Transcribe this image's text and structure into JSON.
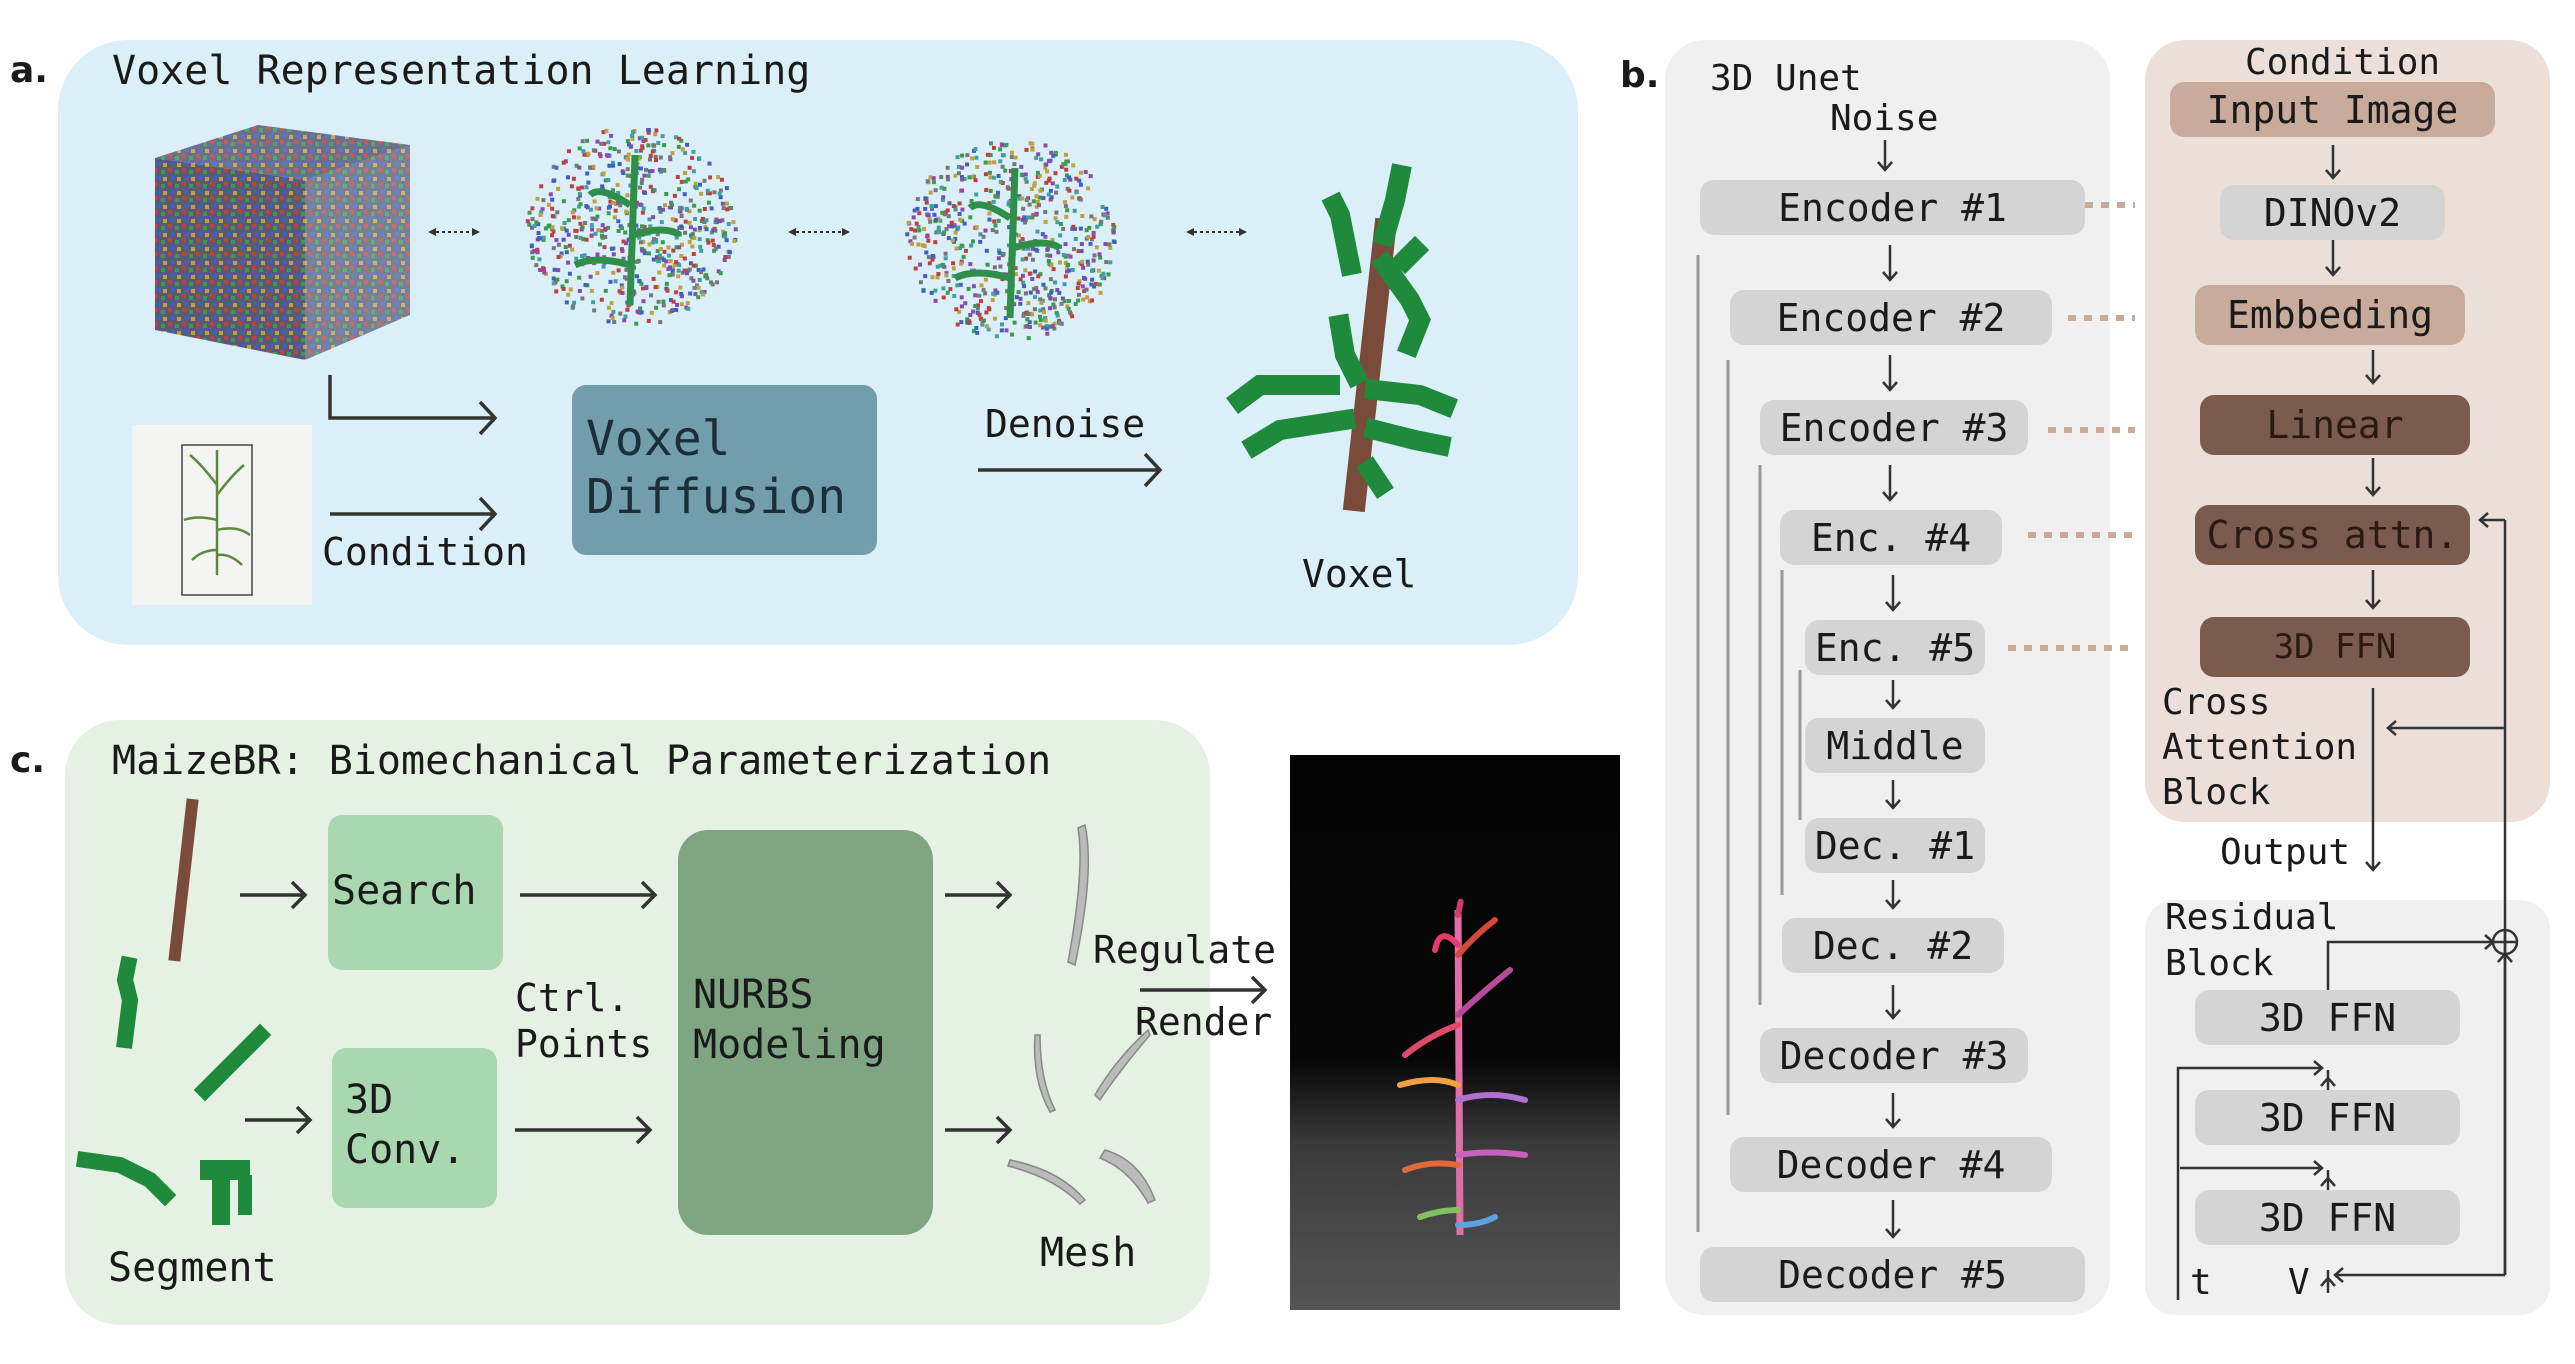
{
  "panel_a": {
    "label": "a.",
    "title": "Voxel Representation Learning",
    "diffusion_label": "Voxel\nDiffusion",
    "denoise_label": "Denoise",
    "condition_label": "Condition",
    "voxel_label": "Voxel",
    "colors": {
      "bg": "#dbeff9",
      "diffusion_box": "#729daa",
      "leaf": "#1f8a3c",
      "stem": "#7a4a3a"
    }
  },
  "panel_b": {
    "label": "b.",
    "unet_title": "3D Unet",
    "noise_label": "Noise",
    "unet_blocks": [
      "Encoder #1",
      "Encoder #2",
      "Encoder #3",
      "Enc. #4",
      "Enc. #5",
      "Middle",
      "Dec. #1",
      "Dec. #2",
      "Decoder #3",
      "Decoder #4",
      "Decoder #5"
    ],
    "condition_title": "Condition",
    "condition_blocks": [
      "Input Image",
      "DINOv2",
      "Embbeding",
      "Linear",
      "Cross attn.",
      "3D FFN"
    ],
    "cross_attention_label": "Cross\nAttention\nBlock",
    "output_label": "Output",
    "residual_title": "Residual\nBlock",
    "residual_blocks": [
      "3D FFN",
      "3D FFN",
      "3D FFN"
    ],
    "t_label": "t",
    "v_label": "V",
    "colors": {
      "unet_bg": "#f0f0f0",
      "condition_bg": "#ecdfd7",
      "light_brown": "#c9ab9b",
      "dark_brown": "#7b5b4f"
    }
  },
  "panel_c": {
    "label": "c.",
    "title": "MaizeBR: Biomechanical Parameterization",
    "search_label": "Search",
    "conv_label": "3D\nConv.",
    "ctrl_label": "Ctrl.\nPoints",
    "nurbs_label": "NURBS\nModeling",
    "segment_label": "Segment",
    "mesh_label": "Mesh",
    "regulate_label": "Regulate",
    "render_label": "Render",
    "colors": {
      "bg": "#e5f1e3",
      "light_green": "#a8d7b0",
      "dark_green": "#7fa583"
    }
  }
}
